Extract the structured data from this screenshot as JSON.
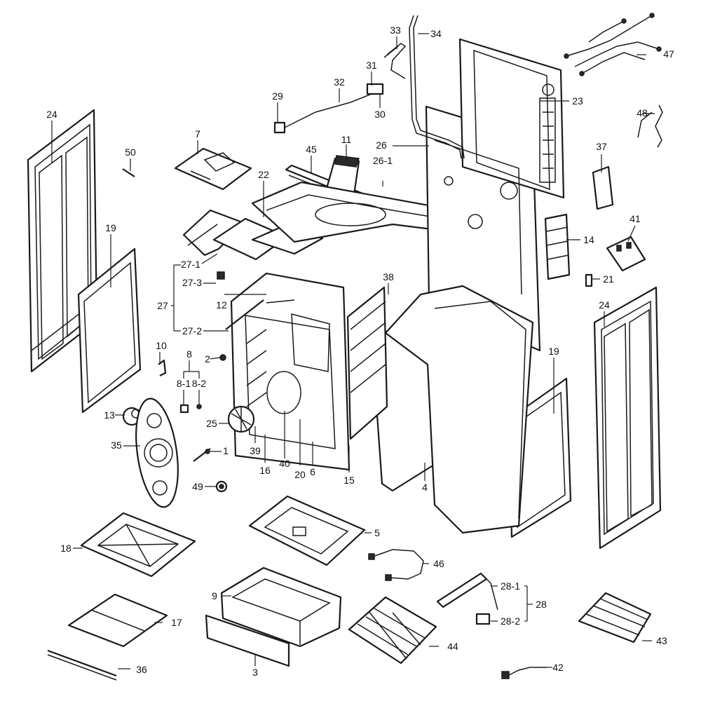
{
  "callouts": [
    {
      "id": "c1",
      "text": "1"
    },
    {
      "id": "c2",
      "text": "2"
    },
    {
      "id": "c3",
      "text": "3"
    },
    {
      "id": "c4",
      "text": "4"
    },
    {
      "id": "c5",
      "text": "5"
    },
    {
      "id": "c6",
      "text": "6"
    },
    {
      "id": "c7",
      "text": "7"
    },
    {
      "id": "c8",
      "text": "8"
    },
    {
      "id": "c8-1",
      "text": "8-1"
    },
    {
      "id": "c8-2",
      "text": "8-2"
    },
    {
      "id": "c9",
      "text": "9"
    },
    {
      "id": "c10",
      "text": "10"
    },
    {
      "id": "c11",
      "text": "11"
    },
    {
      "id": "c12",
      "text": "12"
    },
    {
      "id": "c13",
      "text": "13"
    },
    {
      "id": "c14",
      "text": "14"
    },
    {
      "id": "c15",
      "text": "15"
    },
    {
      "id": "c16",
      "text": "16"
    },
    {
      "id": "c17",
      "text": "17"
    },
    {
      "id": "c18",
      "text": "18"
    },
    {
      "id": "c19a",
      "text": "19"
    },
    {
      "id": "c19b",
      "text": "19"
    },
    {
      "id": "c20",
      "text": "20"
    },
    {
      "id": "c21",
      "text": "21"
    },
    {
      "id": "c22",
      "text": "22"
    },
    {
      "id": "c23",
      "text": "23"
    },
    {
      "id": "c24a",
      "text": "24"
    },
    {
      "id": "c24b",
      "text": "24"
    },
    {
      "id": "c25",
      "text": "25"
    },
    {
      "id": "c26",
      "text": "26"
    },
    {
      "id": "c26-1",
      "text": "26-1"
    },
    {
      "id": "c27",
      "text": "27"
    },
    {
      "id": "c27-1",
      "text": "27-1"
    },
    {
      "id": "c27-2",
      "text": "27-2"
    },
    {
      "id": "c27-3",
      "text": "27-3"
    },
    {
      "id": "c28",
      "text": "28"
    },
    {
      "id": "c28-1",
      "text": "28-1"
    },
    {
      "id": "c28-2",
      "text": "28-2"
    },
    {
      "id": "c29",
      "text": "29"
    },
    {
      "id": "c30",
      "text": "30"
    },
    {
      "id": "c31",
      "text": "31"
    },
    {
      "id": "c32",
      "text": "32"
    },
    {
      "id": "c33",
      "text": "33"
    },
    {
      "id": "c34",
      "text": "34"
    },
    {
      "id": "c35",
      "text": "35"
    },
    {
      "id": "c36",
      "text": "36"
    },
    {
      "id": "c37",
      "text": "37"
    },
    {
      "id": "c38",
      "text": "38"
    },
    {
      "id": "c39",
      "text": "39"
    },
    {
      "id": "c40",
      "text": "40"
    },
    {
      "id": "c41",
      "text": "41"
    },
    {
      "id": "c42",
      "text": "42"
    },
    {
      "id": "c43",
      "text": "43"
    },
    {
      "id": "c44",
      "text": "44"
    },
    {
      "id": "c45",
      "text": "45"
    },
    {
      "id": "c46",
      "text": "46"
    },
    {
      "id": "c47",
      "text": "47"
    },
    {
      "id": "c48",
      "text": "48"
    },
    {
      "id": "c49",
      "text": "49"
    },
    {
      "id": "c50",
      "text": "50"
    }
  ],
  "colors": {
    "ink": "#1a1a1a",
    "paper": "#ffffff",
    "shade": "#d9d9d9"
  }
}
